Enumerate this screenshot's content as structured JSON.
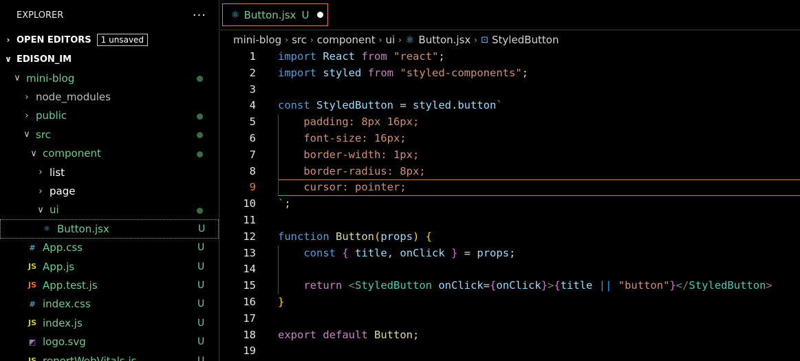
{
  "explorer": {
    "title": "EXPLORER",
    "more": "···",
    "open_editors": {
      "label": "OPEN EDITORS",
      "badge": "1 unsaved"
    },
    "workspace": "EDISON_IM",
    "tree": [
      {
        "label": "mini-blog",
        "twisty": "∨",
        "indent": 18,
        "color": "green",
        "dot": true
      },
      {
        "label": "node_modules",
        "twisty": "›",
        "indent": 32,
        "color": "gray"
      },
      {
        "label": "public",
        "twisty": "›",
        "indent": 32,
        "color": "green",
        "dot": true
      },
      {
        "label": "src",
        "twisty": "∨",
        "indent": 32,
        "color": "green",
        "dot": true
      },
      {
        "label": "component",
        "twisty": "∨",
        "indent": 42,
        "color": "green",
        "dot": true
      },
      {
        "label": "list",
        "twisty": "›",
        "indent": 52,
        "color": "white"
      },
      {
        "label": "page",
        "twisty": "›",
        "indent": 52,
        "color": "white"
      },
      {
        "label": "ui",
        "twisty": "∨",
        "indent": 52,
        "color": "green",
        "dot": true
      },
      {
        "label": "Button.jsx",
        "icon": "⚛",
        "iconColor": "#58c4dc",
        "indent": 58,
        "color": "green",
        "status": "U",
        "selected": true
      },
      {
        "label": "App.css",
        "icon": "#",
        "iconColor": "#519aba",
        "indent": 38,
        "color": "green",
        "status": "U"
      },
      {
        "label": "App.js",
        "icon": "JS",
        "iconColor": "#cbcb41",
        "indent": 38,
        "color": "green",
        "status": "U"
      },
      {
        "label": "App.test.js",
        "icon": "JS",
        "iconColor": "#e37933",
        "indent": 38,
        "color": "green",
        "status": "U"
      },
      {
        "label": "index.css",
        "icon": "#",
        "iconColor": "#519aba",
        "indent": 38,
        "color": "green",
        "status": "U"
      },
      {
        "label": "index.js",
        "icon": "JS",
        "iconColor": "#cbcb41",
        "indent": 38,
        "color": "green",
        "status": "U"
      },
      {
        "label": "logo.svg",
        "icon": "◩",
        "iconColor": "#a074c4",
        "indent": 38,
        "color": "green",
        "status": "U"
      },
      {
        "label": "reportWebVitals.js",
        "icon": "JS",
        "iconColor": "#cbcb41",
        "indent": 38,
        "color": "green",
        "status": "U"
      }
    ]
  },
  "tab": {
    "label": "Button.jsx",
    "status": "U",
    "icon": "react-icon"
  },
  "breadcrumb": [
    "mini-blog",
    "src",
    "component",
    "ui",
    "Button.jsx",
    "StyledButton"
  ],
  "editor": {
    "active_line": 9,
    "lines": [
      [
        [
          "kw",
          "import"
        ],
        [
          "pn",
          " "
        ],
        [
          "var",
          "React"
        ],
        [
          "pn",
          " "
        ],
        [
          "ctl",
          "from"
        ],
        [
          "pn",
          " "
        ],
        [
          "str",
          "\"react\""
        ],
        [
          "pn",
          ";"
        ]
      ],
      [
        [
          "kw",
          "import"
        ],
        [
          "pn",
          " "
        ],
        [
          "var",
          "styled"
        ],
        [
          "pn",
          " "
        ],
        [
          "ctl",
          "from"
        ],
        [
          "pn",
          " "
        ],
        [
          "str",
          "\"styled-components\""
        ],
        [
          "pn",
          ";"
        ]
      ],
      [],
      [
        [
          "kw",
          "const"
        ],
        [
          "pn",
          " "
        ],
        [
          "var",
          "StyledButton"
        ],
        [
          "pn",
          " = "
        ],
        [
          "var",
          "styled"
        ],
        [
          "pn",
          "."
        ],
        [
          "var",
          "button"
        ],
        [
          "str",
          "`"
        ]
      ],
      [
        [
          "str",
          "    padding: 8px 16px;"
        ]
      ],
      [
        [
          "str",
          "    font-size: 16px;"
        ]
      ],
      [
        [
          "str",
          "    border-width: 1px;"
        ]
      ],
      [
        [
          "str",
          "    border-radius: 8px;"
        ]
      ],
      [
        [
          "str",
          "    cursor: pointer;"
        ]
      ],
      [
        [
          "str",
          "`"
        ],
        [
          "pn",
          ";"
        ]
      ],
      [],
      [
        [
          "kw",
          "function"
        ],
        [
          "pn",
          " "
        ],
        [
          "fn",
          "Button"
        ],
        [
          "br1",
          "("
        ],
        [
          "var",
          "props"
        ],
        [
          "br1",
          ")"
        ],
        [
          "pn",
          " "
        ],
        [
          "br1",
          "{"
        ]
      ],
      [
        [
          "pn",
          "    "
        ],
        [
          "kw",
          "const"
        ],
        [
          "pn",
          " "
        ],
        [
          "br2",
          "{"
        ],
        [
          "pn",
          " "
        ],
        [
          "var",
          "title"
        ],
        [
          "pn",
          ", "
        ],
        [
          "var",
          "onClick"
        ],
        [
          "pn",
          " "
        ],
        [
          "br2",
          "}"
        ],
        [
          "pn",
          " = "
        ],
        [
          "var",
          "props"
        ],
        [
          "pn",
          ";"
        ]
      ],
      [],
      [
        [
          "pn",
          "    "
        ],
        [
          "ctl",
          "return"
        ],
        [
          "pn",
          " "
        ],
        [
          "tg",
          "<"
        ],
        [
          "tag",
          "StyledButton"
        ],
        [
          "pn",
          " "
        ],
        [
          "var",
          "onClick"
        ],
        [
          "pn",
          "="
        ],
        [
          "br2",
          "{"
        ],
        [
          "var",
          "onClick"
        ],
        [
          "br2",
          "}"
        ],
        [
          "tg",
          ">"
        ],
        [
          "br2",
          "{"
        ],
        [
          "var",
          "title"
        ],
        [
          "pn",
          " "
        ],
        [
          "br3",
          "||"
        ],
        [
          "pn",
          " "
        ],
        [
          "str",
          "\"button\""
        ],
        [
          "br2",
          "}"
        ],
        [
          "tg",
          "</"
        ],
        [
          "tag",
          "StyledButton"
        ],
        [
          "tg",
          ">"
        ]
      ],
      [
        [
          "br1",
          "}"
        ]
      ],
      [],
      [
        [
          "ctl",
          "export"
        ],
        [
          "pn",
          " "
        ],
        [
          "ctl",
          "default"
        ],
        [
          "pn",
          " "
        ],
        [
          "fn",
          "Button"
        ],
        [
          "pn",
          ";"
        ]
      ],
      []
    ]
  }
}
